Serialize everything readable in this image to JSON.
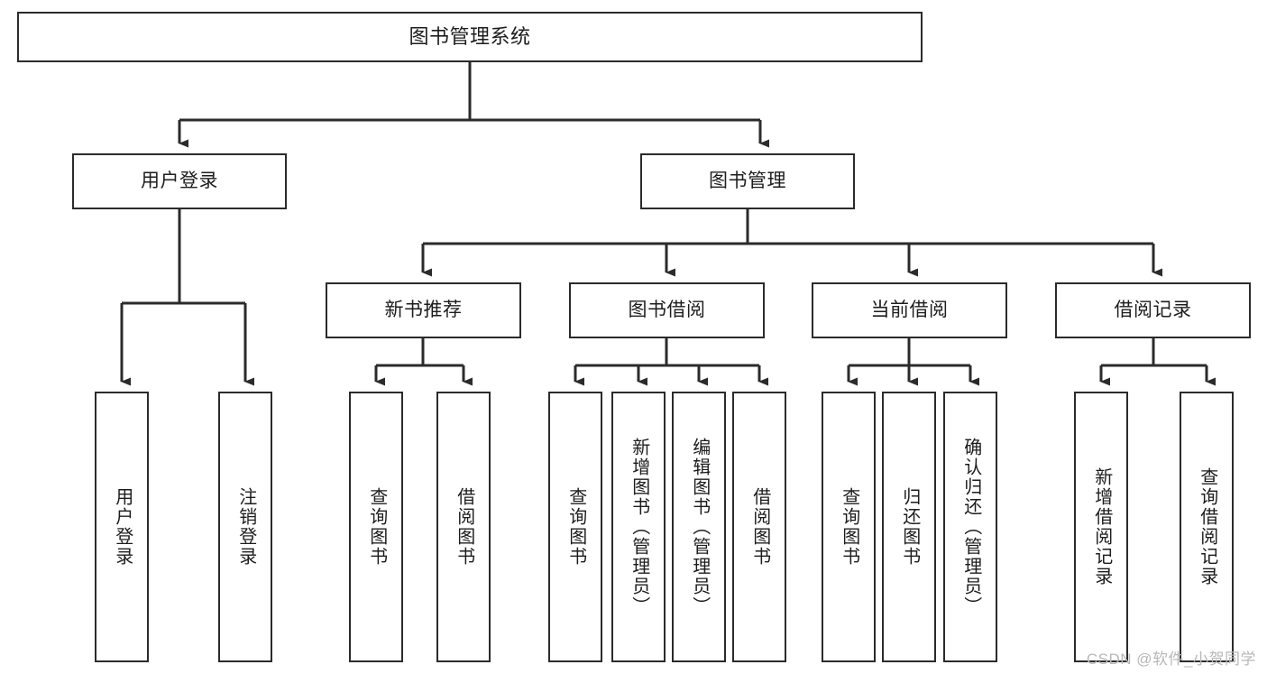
{
  "diagram": {
    "title": "图书管理系统",
    "type": "hierarchy-tree",
    "root": {
      "id": "root",
      "label": "图书管理系统"
    },
    "level2": [
      {
        "id": "user-login",
        "label": "用户登录"
      },
      {
        "id": "book-manage",
        "label": "图书管理"
      }
    ],
    "level3": [
      {
        "id": "new-book-recommend",
        "label": "新书推荐"
      },
      {
        "id": "book-borrow",
        "label": "图书借阅"
      },
      {
        "id": "current-borrow",
        "label": "当前借阅"
      },
      {
        "id": "borrow-record",
        "label": "借阅记录"
      }
    ],
    "leaves": [
      {
        "id": "leaf-user-login",
        "label": "用户登录",
        "parent": "user-login"
      },
      {
        "id": "leaf-logout-login",
        "label": "注销登录",
        "parent": "user-login"
      },
      {
        "id": "leaf-query-book-1",
        "label": "查询图书",
        "parent": "new-book-recommend"
      },
      {
        "id": "leaf-borrow-book-1",
        "label": "借阅图书",
        "parent": "new-book-recommend"
      },
      {
        "id": "leaf-query-book-2",
        "label": "查询图书",
        "parent": "book-borrow"
      },
      {
        "id": "leaf-add-book",
        "label": "新增图书（管理员）",
        "parent": "book-borrow"
      },
      {
        "id": "leaf-edit-book",
        "label": "编辑图书（管理员）",
        "parent": "book-borrow"
      },
      {
        "id": "leaf-borrow-book-2",
        "label": "借阅图书",
        "parent": "book-borrow"
      },
      {
        "id": "leaf-query-book-3",
        "label": "查询图书",
        "parent": "current-borrow"
      },
      {
        "id": "leaf-return-book",
        "label": "归还图书",
        "parent": "current-borrow"
      },
      {
        "id": "leaf-confirm-return",
        "label": "确认归还（管理员）",
        "parent": "current-borrow"
      },
      {
        "id": "leaf-add-record",
        "label": "新增借阅记录",
        "parent": "borrow-record"
      },
      {
        "id": "leaf-query-record",
        "label": "查询借阅记录",
        "parent": "borrow-record"
      }
    ],
    "colors": {
      "stroke": "#2b2b2b",
      "fill": "#ffffff",
      "text": "#1d1d1d",
      "watermark": "#b8b8b8"
    }
  },
  "watermark": {
    "text": "CSDN @软件_小贺同学"
  }
}
